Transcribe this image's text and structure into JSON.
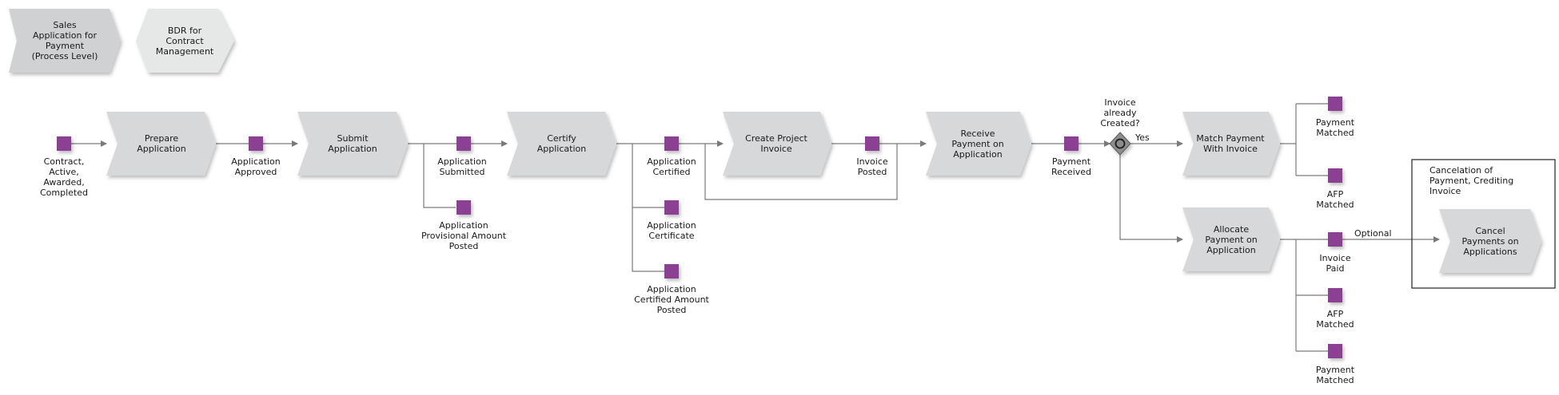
{
  "nav": {
    "process_level_link": "Sales\nApplication for\nPayment\n(Process Level)",
    "bdr_link": "BDR for\nContract\nManagement"
  },
  "processes": {
    "prepare_application": "Prepare\nApplication",
    "submit_application": "Submit\nApplication",
    "certify_application": "Certify\nApplication",
    "create_project_invoice": "Create Project\nInvoice",
    "receive_payment": "Receive\nPayment on\nApplication",
    "match_payment": "Match Payment\nWith Invoice",
    "allocate_payment": "Allocate\nPayment on\nApplication",
    "cancel_payments": "Cancel\nPayments on\nApplications"
  },
  "events": {
    "contract_active": "Contract,\nActive,\nAwarded,\nCompleted",
    "application_approved": "Application\nApproved",
    "application_submitted": "Application\nSubmitted",
    "provisional_amount_posted": "Application\nProvisional Amount\nPosted",
    "application_certified": "Application\nCertified",
    "application_certificate": "Application\nCertificate",
    "certified_amount_posted": "Application\nCertified Amount\nPosted",
    "invoice_posted": "Invoice\nPosted",
    "payment_received": "Payment\nReceived",
    "payment_matched_top": "Payment\nMatched",
    "afp_matched_top": "AFP\nMatched",
    "invoice_paid": "Invoice\nPaid",
    "afp_matched_bottom": "AFP\nMatched",
    "payment_matched_bottom": "Payment\nMatched"
  },
  "gateway": {
    "question": "Invoice\nalready\nCreated?",
    "yes_label": "Yes",
    "optional_label": "Optional"
  },
  "group": {
    "title": "Cancelation of\nPayment, Crediting\nInvoice"
  },
  "colors": {
    "process_fill": "#d7d8d9",
    "event_fill": "#8b3f93",
    "connector": "#7a7a7a",
    "gateway_fill": "#8c8c8c"
  }
}
